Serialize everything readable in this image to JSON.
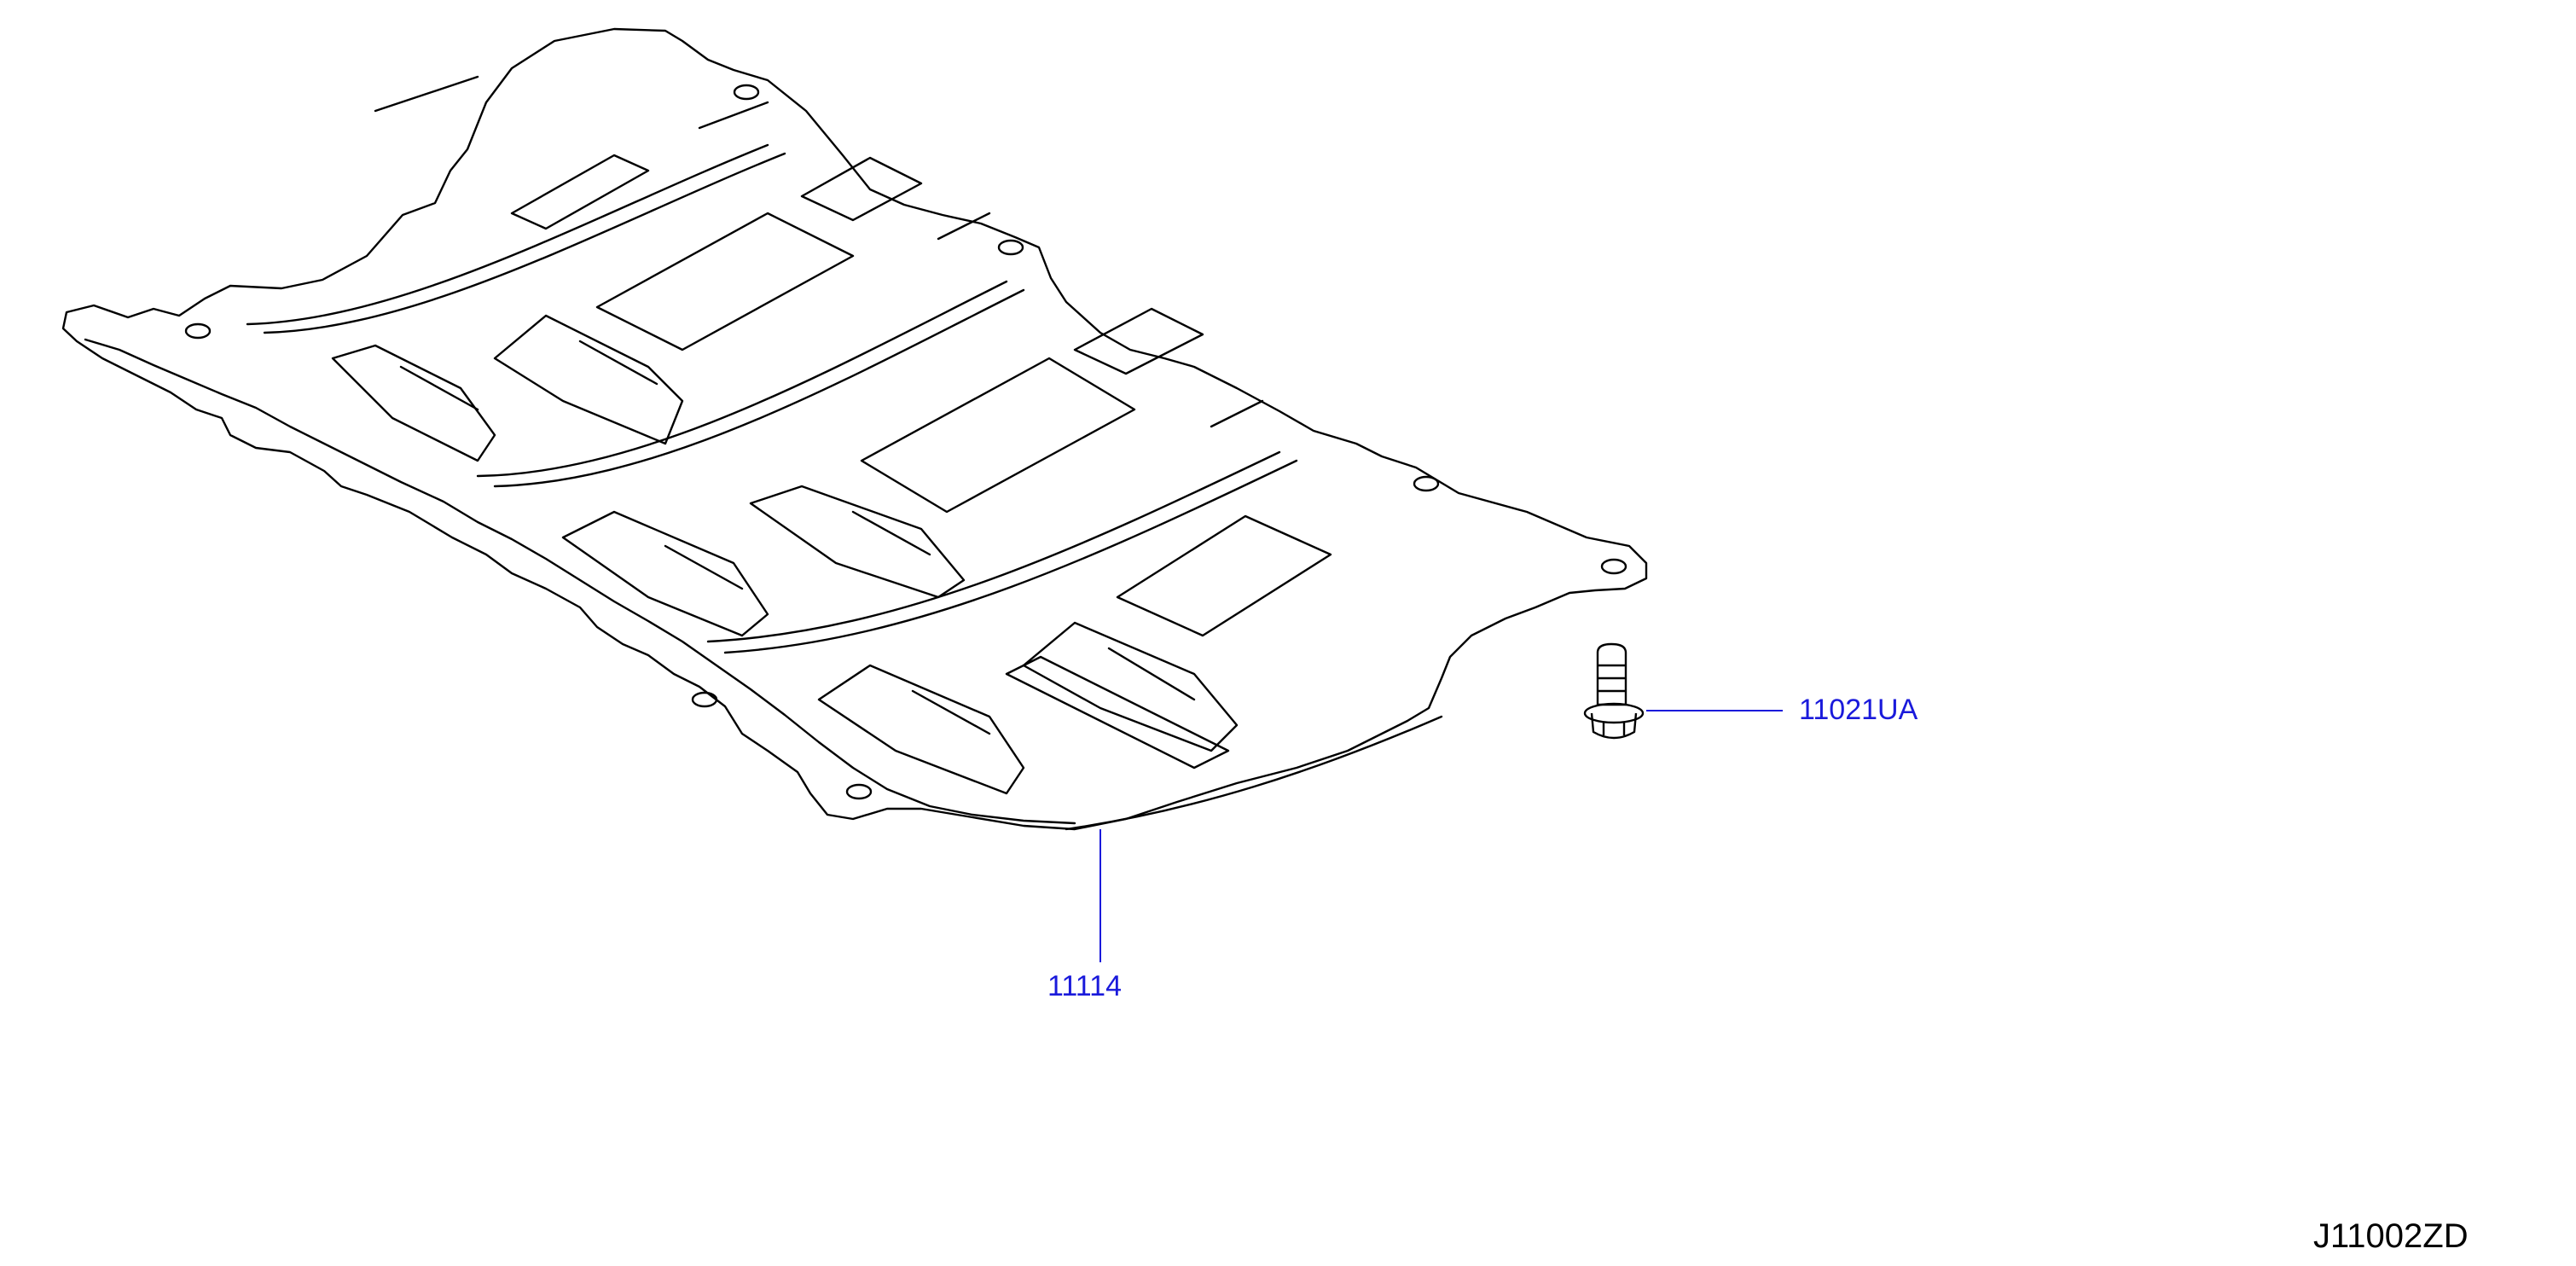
{
  "diagram": {
    "callouts": [
      {
        "id": "pan",
        "part_number": "11114"
      },
      {
        "id": "clip",
        "part_number": "11021UA"
      }
    ],
    "diagram_code": "J11002ZD"
  },
  "colors": {
    "leader_line": "#1a1adb",
    "part_outline": "#000000",
    "background": "#ffffff"
  }
}
